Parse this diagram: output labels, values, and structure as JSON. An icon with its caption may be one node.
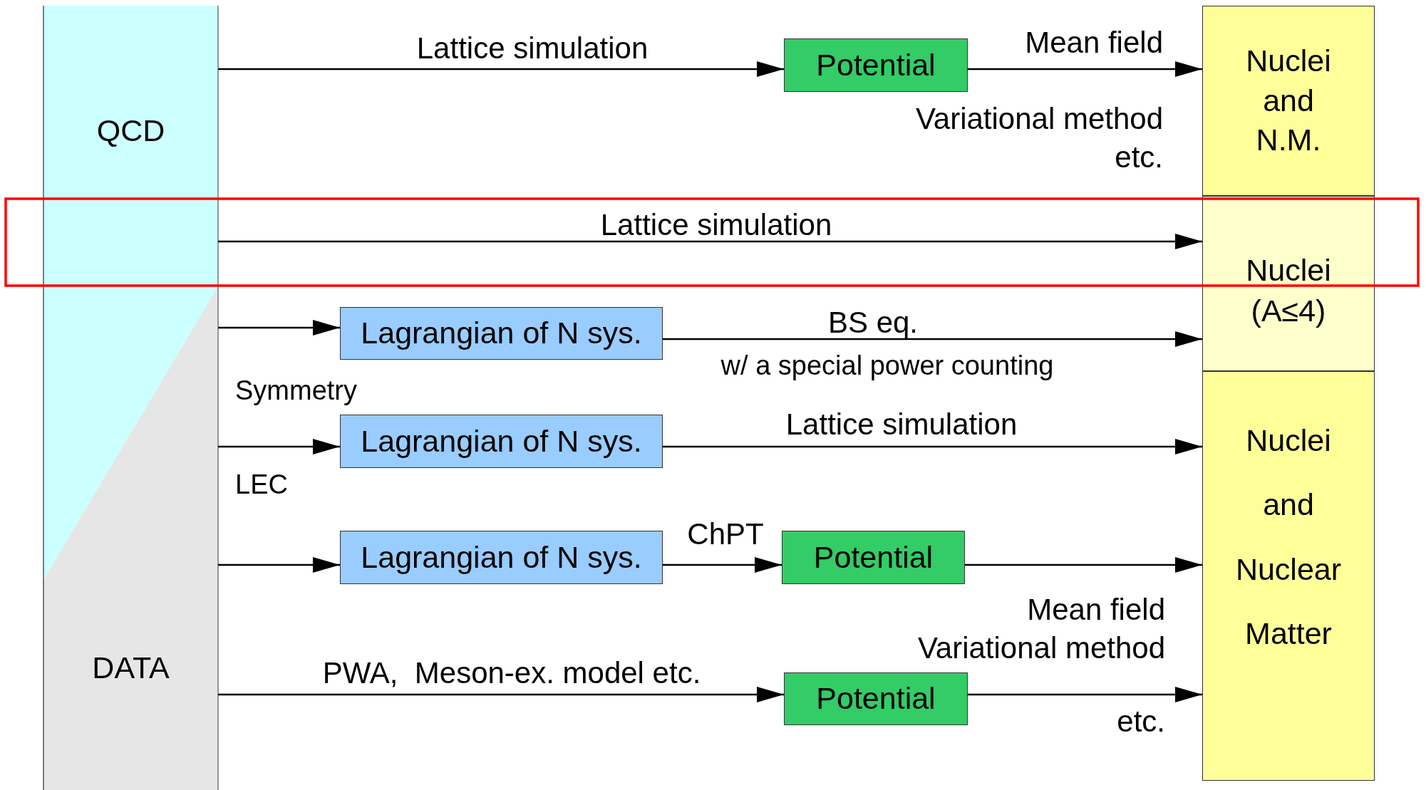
{
  "diagram": {
    "nodes": [
      {
        "text": [
          "QCD"
        ]
      },
      {
        "text": [
          "DATA"
        ]
      },
      {
        "text": [
          "Nuclei and N.M."
        ]
      },
      {
        "text": [
          "Nuclei (A≤4)"
        ]
      },
      {
        "text": [
          "Nuclei and Nuclear Matter"
        ]
      },
      {
        "text": [
          "Potential"
        ]
      },
      {
        "text": [
          "Lagrangian of N sys."
        ]
      },
      {
        "text": [
          "Lagrangian of N sys."
        ]
      },
      {
        "text": [
          "Lagrangian of N sys."
        ]
      },
      {
        "text": [
          "Potential"
        ]
      },
      {
        "text": [
          "Potential"
        ]
      }
    ],
    "edges": [
      {
        "from": 0,
        "to": 5,
        "arrow": "to",
        "label": "Lattice simulation"
      },
      {
        "from": 5,
        "to": 2,
        "arrow": "to",
        "label": "Mean field"
      },
      {
        "from": 0,
        "to": 3,
        "arrow": "to",
        "label": "Lattice simulation"
      },
      {
        "from": 1,
        "to": 6,
        "arrow": "to"
      },
      {
        "from": 6,
        "to": 3,
        "arrow": "to",
        "label": "BS eq."
      },
      {
        "from": 1,
        "to": 7,
        "arrow": "to"
      },
      {
        "from": 7,
        "to": 4,
        "arrow": "to",
        "label": "Lattice simulation"
      },
      {
        "from": 1,
        "to": 8,
        "arrow": "to"
      },
      {
        "from": 8,
        "to": 9,
        "arrow": "to",
        "label": "ChPT"
      },
      {
        "from": 9,
        "to": 4,
        "arrow": "to"
      },
      {
        "from": 1,
        "to": 10,
        "arrow": "to",
        "label": "PWA,  Meson-ex. model etc."
      },
      {
        "from": 10,
        "to": 4,
        "arrow": "to"
      }
    ],
    "labels": [
      "Variational method etc.",
      "w/ a special power counting",
      "Symmetry",
      "LEC",
      "Mean field",
      "Variational method",
      "etc."
    ]
  }
}
